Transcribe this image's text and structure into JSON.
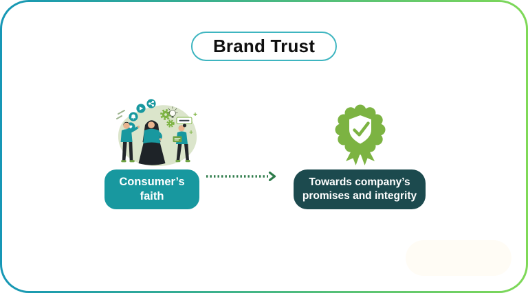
{
  "page": {
    "background": "#FFFFFF",
    "border": {
      "gradient_start": "#1697B6",
      "gradient_end": "#7FD957"
    }
  },
  "header": {
    "title": "Brand Trust"
  },
  "flow": {
    "source_box": {
      "line1": "Consumer’s",
      "line2": "faith",
      "color": "#18989F"
    },
    "target_box": {
      "line1": "Towards company’s",
      "line2": "promises and integrity",
      "color": "#1C4A4E"
    },
    "arrow": {
      "direction": "right",
      "style": "dotted",
      "color": "#2E7B4A"
    }
  },
  "illustration": {
    "name": "people-social-engagement",
    "palette": {
      "teal": "#18989F",
      "dark": "#23272B",
      "sage": "#DBE5CB",
      "green": "#7CB342",
      "skin": "#E9B48E"
    }
  },
  "badge": {
    "name": "shield-check-rosette",
    "color": "#7CB342",
    "check_color": "#7CB342"
  }
}
